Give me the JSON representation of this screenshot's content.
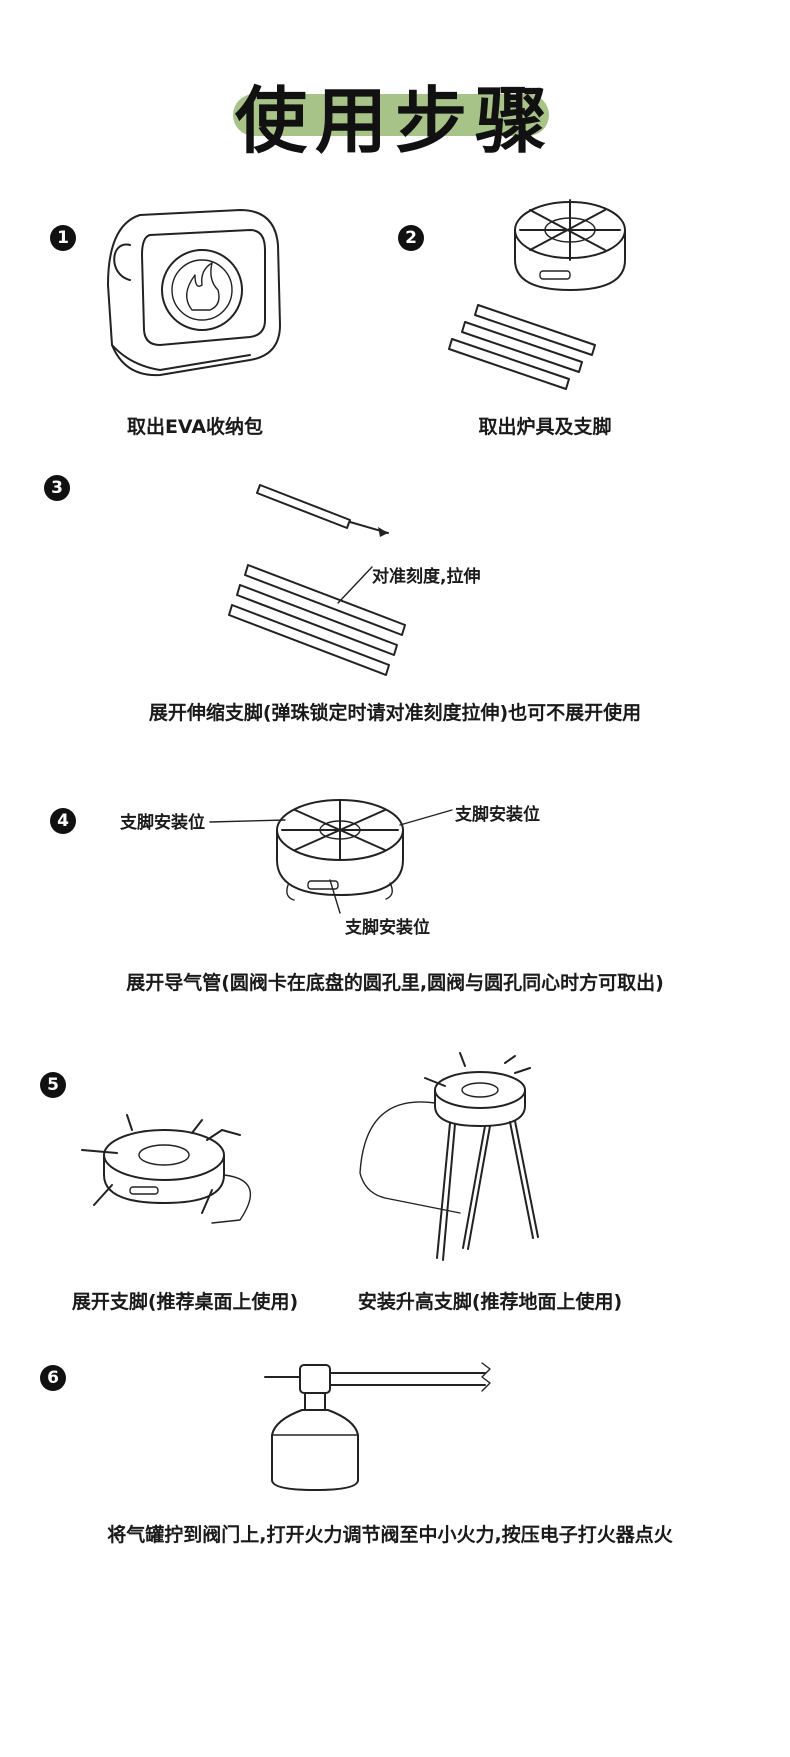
{
  "title": "使用步骤",
  "steps": [
    {
      "number": "1",
      "caption": "取出EVA收纳包"
    },
    {
      "number": "2",
      "caption": "取出炉具及支脚"
    },
    {
      "number": "3",
      "caption": "展开伸缩支脚(弹珠锁定时请对准刻度拉伸)也可不展开使用",
      "annotation": "对准刻度,拉伸"
    },
    {
      "number": "4",
      "caption": "展开导气管(圆阀卡在底盘的圆孔里,圆阀与圆孔同心时方可取出)",
      "labels": [
        "支脚安装位",
        "支脚安装位",
        "支脚安装位"
      ]
    },
    {
      "number": "5",
      "captions": [
        "展开支脚(推荐桌面上使用)",
        "安装升高支脚(推荐地面上使用)"
      ]
    },
    {
      "number": "6",
      "caption": "将气罐拧到阀门上,打开火力调节阀至中小火力,按压电子打火器点火"
    }
  ],
  "colors": {
    "title_highlight": "#a7c388",
    "ink": "#1a1a1a"
  },
  "icons": [
    "eva-bag-illustration",
    "stove-illustration",
    "leg-pole-illustration",
    "gas-canister-illustration",
    "arrow-icon"
  ]
}
